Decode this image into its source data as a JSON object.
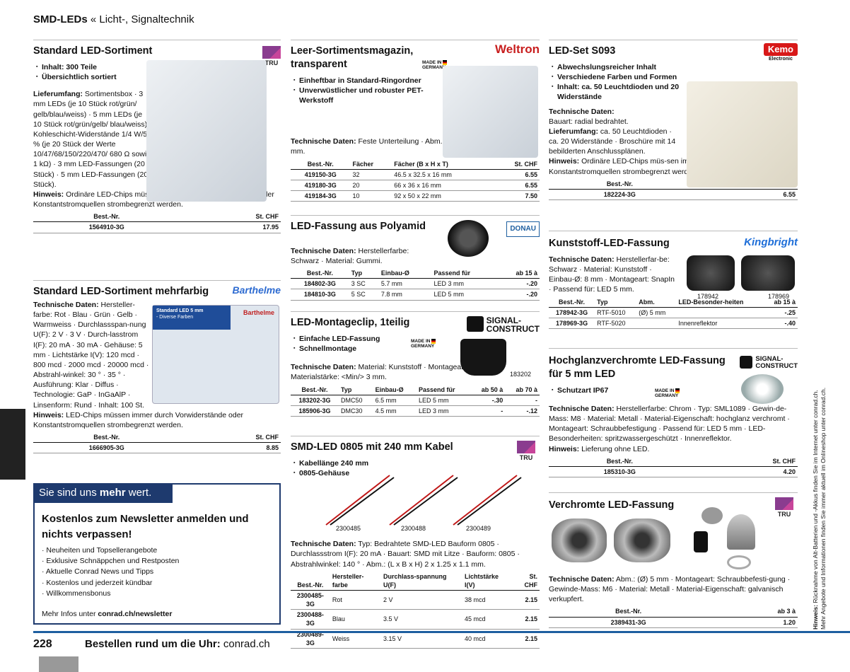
{
  "header": {
    "bold": "SMD-LEDs",
    "rest": " « Licht-, Signaltechnik"
  },
  "col1": {
    "s1": {
      "title": "Standard LED-Sortiment",
      "bullets": [
        "Inhalt: 300 Teile",
        "Übersichtlich sortiert"
      ],
      "scope_label": "Lieferumfang:",
      "scope_text": " Sortimentsbox · 3 mm LEDs (je 10 Stück rot/grün/ gelb/blau/weiss) · 5 mm LEDs (je 10 Stück rot/grün/gelb/ blau/weiss) · Kohleschicht-Widerstände 1/4 W/5 % (je 20 Stück der Werte 10/47/68/150/220/470/ 680 Ω sowie 1 kΩ) · 3 mm LED-Fassungen (20 Stück) · 5 mm LED-Fassungen (20 Stück).",
      "note_label": "Hinweis:",
      "note_text": " Ordinäre LED-Chips müssen immer durch Vorwiderstände oder Konstantstromquellen strombegrenzt werden.",
      "th": [
        "Best.-Nr.",
        "St. CHF"
      ],
      "rows": [
        [
          "1564910-3G",
          "17.95"
        ]
      ],
      "logo": "TRU"
    },
    "s2": {
      "title": "Standard LED-Sortiment mehrfarbig",
      "logo": "Barthelme",
      "tech_label": "Technische Daten:",
      "tech_text": " Hersteller-farbe: Rot · Blau · Grün · Gelb · Warmweiss · Durchlassspan-nung U(F): 2 V · 3 V · Durch-lasstrom I(F): 20 mA · 30 mA · Gehäuse: 5 mm · Lichtstärke I(V): 120 mcd · 800 mcd · 2000 mcd · 20000 mcd · Abstrahl-winkel: 30 ° · 35 ° · Ausführung: Klar · Diffus · Technologie: GaP · InGaAlP · Linsenform: Rund · Inhalt: 100 St.",
      "note_label": "Hinweis:",
      "note_text": " LED-Chips müssen immer durch Vorwiderstände oder Konstantstromquellen strombegrenzt werden.",
      "th": [
        "Best.-Nr.",
        "St. CHF"
      ],
      "rows": [
        [
          "1666905-3G",
          "8.85"
        ]
      ],
      "box_title": "Standard LED 5 mm",
      "box_sub": "- Diverse Farben",
      "box_brand": "Barthelme"
    },
    "news": {
      "head_a": "Sie sind uns ",
      "head_b": "mehr",
      "head_c": " wert.",
      "title": "Kostenlos zum Newsletter anmelden und nichts verpassen!",
      "items": [
        "· Neuheiten und Topsellerangebote",
        "· Exklusive Schnäppchen und Restposten",
        "· Aktuelle Conrad News und Tipps",
        "· Kostenlos und jederzeit kündbar",
        "· Willkommensbonus"
      ],
      "more_a": "Mehr Infos unter ",
      "more_b": "conrad.ch/newsletter"
    }
  },
  "col2": {
    "s1": {
      "title": "Leer-Sortimentsmagazin, transparent",
      "logo": "Weltron",
      "made": "MADE IN",
      "germany": "GERMANY",
      "bullets": [
        "Einheftbar in Standard-Ringordner",
        "Unverwüstlicher und robuster PET-Werkstoff"
      ],
      "tech_label": "Technische Daten:",
      "tech_text": " Feste Unterteilung · Abm.: (L x B x H) 305 x 231 x 16.8 mm.",
      "th": [
        "Best.-Nr.",
        "Fächer",
        "Fächer (B x H x T)",
        "St. CHF"
      ],
      "rows": [
        [
          "419150-3G",
          "32",
          "46.5 x 32.5 x 16 mm",
          "6.55"
        ],
        [
          "419180-3G",
          "20",
          "66 x 36 x 16 mm",
          "6.55"
        ],
        [
          "419184-3G",
          "10",
          "92 x 50 x 22 mm",
          "7.50"
        ]
      ]
    },
    "s2": {
      "title": "LED-Fassung aus Polyamid",
      "logo": "DONAU",
      "tech_label": "Technische Daten:",
      "tech_text": " Herstellerfarbe: Schwarz · Material: Gummi.",
      "th": [
        "Best.-Nr.",
        "Typ",
        "Einbau-Ø",
        "Passend für",
        "ab 15 à"
      ],
      "rows": [
        [
          "184802-3G",
          "3 SC",
          "5.7 mm",
          "LED 3 mm",
          "-.20"
        ],
        [
          "184810-3G",
          "5 SC",
          "7.8 mm",
          "LED 5 mm",
          "-.20"
        ]
      ]
    },
    "s3": {
      "title": "LED-Montageclip, 1teilig",
      "logo_a": "SIGNAL-",
      "logo_b": "CONSTRUCT",
      "made": "MADE IN",
      "germany": "GERMANY",
      "bullets": [
        "Einfache LED-Fassung",
        "Schnellmontage"
      ],
      "img_label": "183202",
      "tech_label": "Technische Daten:",
      "tech_text": " Material: Kunststoff · Montageart: SnapIn · Materialstärke: <Min/> 3 mm.",
      "th": [
        "Best.-Nr.",
        "Typ",
        "Einbau-Ø",
        "Passend für",
        "ab 50 à",
        "ab 70 à"
      ],
      "rows": [
        [
          "183202-3G",
          "DMC50",
          "6.5 mm",
          "LED 5 mm",
          "-.30",
          "-"
        ],
        [
          "185906-3G",
          "DMC30",
          "4.5 mm",
          "LED 3 mm",
          "-",
          "-.12"
        ]
      ]
    },
    "s4": {
      "title": "SMD-LED 0805 mit 240 mm Kabel",
      "logo": "TRU",
      "bullets": [
        "Kabellänge 240 mm",
        "0805-Gehäuse"
      ],
      "img_labels": [
        "2300485",
        "2300488",
        "2300489"
      ],
      "tech_label": "Technische Daten:",
      "tech_text": " Typ: Bedrahtete SMD-LED Bauform 0805 · Durchlassstrom I(F): 20 mA · Bauart: SMD mit Litze · Bauform: 0805 · Abstrahlwinkel: 140 ° · Abm.: (L x B x H) 2 x 1.25 x 1.1 mm.",
      "th": [
        "Best.-Nr.",
        "Hersteller-farbe",
        "Durchlass-spannung U(F)",
        "Lichtstärke I(V)",
        "St. CHF"
      ],
      "rows": [
        [
          "2300485-3G",
          "Rot",
          "2 V",
          "38 mcd",
          "2.15"
        ],
        [
          "2300488-3G",
          "Blau",
          "3.5 V",
          "45 mcd",
          "2.15"
        ],
        [
          "2300489-3G",
          "Weiss",
          "3.15 V",
          "40 mcd",
          "2.15"
        ]
      ]
    }
  },
  "col3": {
    "s1": {
      "title": "LED-Set S093",
      "logo": "Kemo",
      "logo_sub": "Electronic",
      "bullets": [
        "Abwechslungsreicher Inhalt",
        "Verschiedene Farben und Formen",
        "Inhalt: ca. 50 Leuchtdioden und 20 Widerstände"
      ],
      "tech_label": "Technische Daten:",
      "tech_text": "Bauart: radial bedrahtet.",
      "scope_label": "Lieferumfang:",
      "scope_text": " ca. 50 Leuchtdioden · ca. 20 Widerstände · Broschüre mit 14 bebilderten Anschlussplänen.",
      "note_label": "Hinweis:",
      "note_text": " Ordinäre LED-Chips müs-sen immer durch Vorwiderstände oder Konstantstromquellen strombegrenzt werden.",
      "th": [
        "Best.-Nr.",
        "St. CHF"
      ],
      "rows": [
        [
          "182224-3G",
          "6.55"
        ]
      ]
    },
    "s2": {
      "title": "Kunststoff-LED-Fassung",
      "logo": "Kingbright",
      "tech_label": "Technische Daten:",
      "tech_text": " Herstellerfar-be: Schwarz · Material: Kunststoff · Einbau-Ø: 8 mm · Montageart: SnapIn · Passend für: LED 5 mm.",
      "img_labels": [
        "178942",
        "178969"
      ],
      "th": [
        "Best.-Nr.",
        "Typ",
        "Abm.",
        "LED-Besonder-heiten",
        "ab 15 à"
      ],
      "rows": [
        [
          "178942-3G",
          "RTF-5010",
          "(Ø) 5 mm",
          "",
          "-.25"
        ],
        [
          "178969-3G",
          "RTF-5020",
          "",
          "Innenreflektor",
          "-.40"
        ]
      ]
    },
    "s3": {
      "title": "Hochglanzverchromte LED-Fassung für 5 mm LED",
      "logo_a": "SIGNAL-",
      "logo_b": "CONSTRUCT",
      "made": "MADE IN",
      "germany": "GERMANY",
      "bullets": [
        "Schutzart IP67"
      ],
      "tech_label": "Technische Daten:",
      "tech_text": " Herstellerfarbe: Chrom · Typ: SML1089 · Gewin-de-Mass: M8 · Material: Metall · Material-Eigenschaft: hochglanz verchromt · Montageart: Schraubbefestigung · Passend für: LED 5 mm · LED-Besonderheiten: spritzwassergeschützt · Innenreflektor.",
      "note_label": "Hinweis:",
      "note_text": " Lieferung ohne LED.",
      "th": [
        "Best.-Nr.",
        "St. CHF"
      ],
      "rows": [
        [
          "185310-3G",
          "4.20"
        ]
      ]
    },
    "s4": {
      "title": "Verchromte LED-Fassung",
      "logo": "TRU",
      "tech_label": "Technische Daten:",
      "tech_text": " Abm.: (Ø) 5 mm · Montageart: Schraubbefesti-gung · Gewinde-Mass: M6 · Material: Metall · Material-Eigenschaft: galvanisch verkupfert.",
      "th": [
        "Best.-Nr.",
        "ab 3 à"
      ],
      "rows": [
        [
          "2389431-3G",
          "1.20"
        ]
      ]
    }
  },
  "footer": {
    "page": "228",
    "slogan_a": "Bestellen rund um die Uhr:",
    "slogan_b": " conrad.ch"
  },
  "side": {
    "label": "Hinweis:",
    "line1": " Rücknahme von Alt-Batterien und -Akkus finden Sie im Internet unter conrad.ch.",
    "line2": "Mehr Angebote und Informationen finden Sie immer aktuell im Onlineshop unter conrad.ch."
  }
}
